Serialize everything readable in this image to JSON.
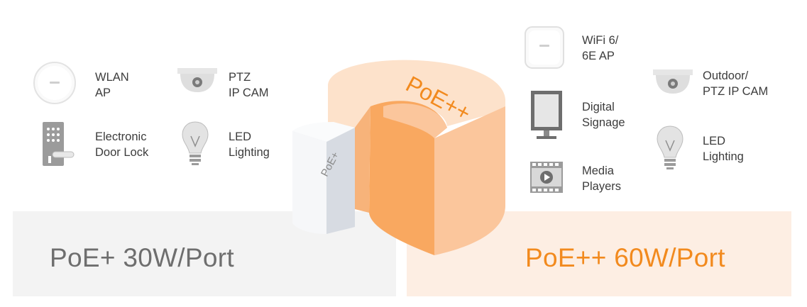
{
  "left": {
    "label": "PoE+ 30W/Port",
    "color": "#6e6e6e",
    "devices": [
      {
        "line1": "WLAN",
        "line2": "AP",
        "icon": "wlan-ap-icon"
      },
      {
        "line1": "PTZ",
        "line2": "IP CAM",
        "icon": "ptz-camera-icon"
      },
      {
        "line1": "Electronic",
        "line2": "Door Lock",
        "icon": "door-lock-icon"
      },
      {
        "line1": "LED",
        "line2": "Lighting",
        "icon": "light-bulb-icon"
      }
    ]
  },
  "right": {
    "label": "PoE++ 60W/Port",
    "color": "#f28a1e",
    "devices": [
      {
        "line1": "WiFi 6/",
        "line2": "6E AP",
        "icon": "wifi-ap-icon"
      },
      {
        "line1": "Outdoor/",
        "line2": "PTZ IP CAM",
        "icon": "outdoor-camera-icon"
      },
      {
        "line1": "Digital",
        "line2": "Signage",
        "icon": "digital-signage-icon"
      },
      {
        "line1": "LED",
        "line2": "Lighting",
        "icon": "light-bulb-icon"
      },
      {
        "line1": "Media",
        "line2": "Players",
        "icon": "media-player-icon"
      }
    ]
  },
  "center": {
    "outer_ring_label": "PoE++",
    "inner_ring_label": "PoE+"
  },
  "colors": {
    "accent_orange": "#f28a1e",
    "cylinder_light": "#fde2cb",
    "cylinder_mid": "#fbc69c",
    "cylinder_dark": "#f9a860",
    "grey_panel": "#f3f3f3",
    "peach_panel": "#fdeee3"
  }
}
